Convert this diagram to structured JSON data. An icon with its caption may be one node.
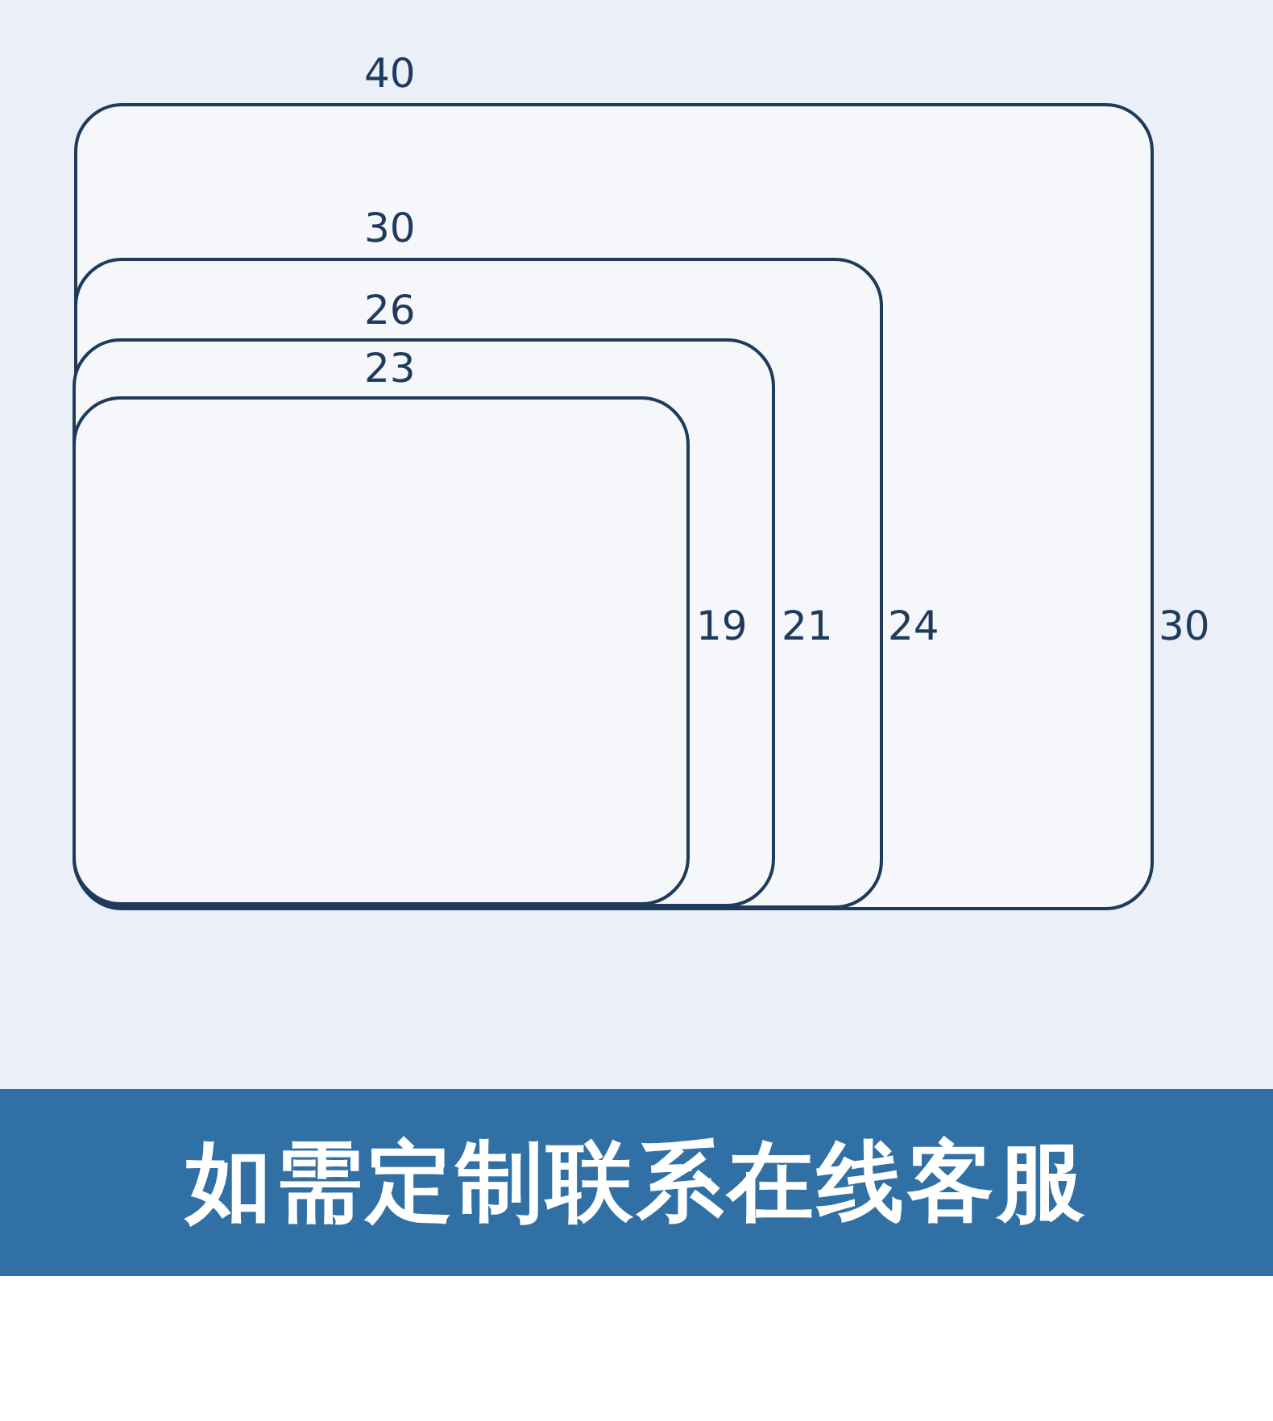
{
  "diagram": {
    "nodes": [
      {
        "text": [],
        "shape": "box",
        "beside": [
          "40",
          "30"
        ]
      },
      {
        "text": [],
        "shape": "box",
        "beside": [
          "30",
          "24"
        ],
        "in": 0
      },
      {
        "text": [],
        "shape": "box",
        "beside": [
          "26",
          "21"
        ],
        "in": 1
      },
      {
        "text": [],
        "shape": "box",
        "beside": [
          "23",
          "19"
        ],
        "in": 2
      },
      {
        "text": [
          "如需定制联系在线客服"
        ]
      }
    ]
  }
}
